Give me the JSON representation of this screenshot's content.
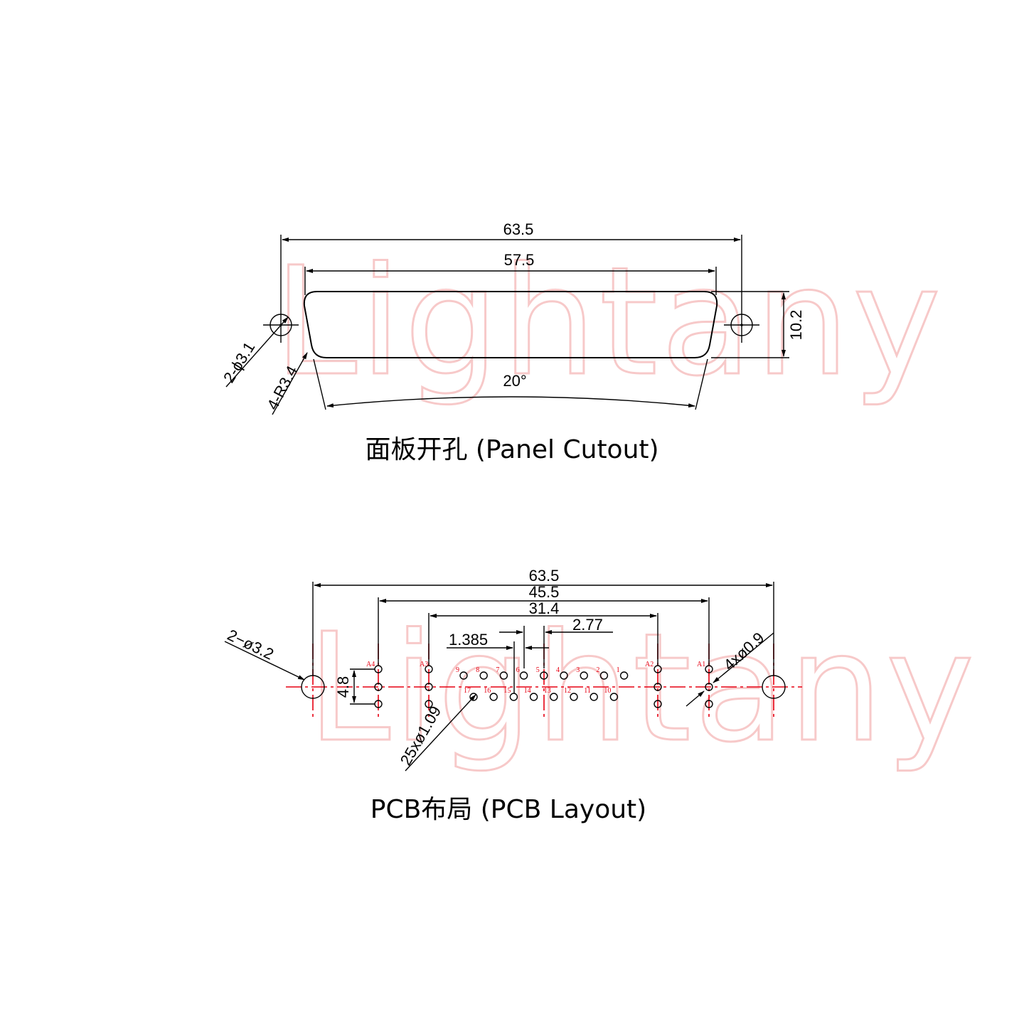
{
  "watermark": "Lightany",
  "panel": {
    "title": "面板开孔 (Panel Cutout)",
    "dim_overall": "63.5",
    "dim_cutout": "57.5",
    "dim_height": "10.2",
    "dim_angle": "20°",
    "dim_holes": "2-ϕ3.1",
    "dim_radius": "4-R3.4"
  },
  "pcb": {
    "title": "PCB布局 (PCB Layout)",
    "dim_overall": "63.5",
    "dim_outer": "45.5",
    "dim_inner": "31.4",
    "dim_pitch_x": "2.77",
    "dim_offset": "1.385",
    "dim_row": "4.8",
    "dim_mount": "2−ø3.2",
    "dim_pins": "25xø1.09",
    "dim_coax": "4xø0.9",
    "label_a1": "A1",
    "label_a2": "A2",
    "label_a3": "A3",
    "label_a4": "A4",
    "top_pins": [
      "9",
      "8",
      "7",
      "6",
      "5",
      "4",
      "3",
      "2",
      "1"
    ],
    "bottom_pins": [
      "17",
      "16",
      "15",
      "14",
      "13",
      "12",
      "11",
      "10"
    ]
  },
  "colors": {
    "line": "#000000",
    "centerline": "#e60012",
    "watermark": "#f7c9c9"
  }
}
